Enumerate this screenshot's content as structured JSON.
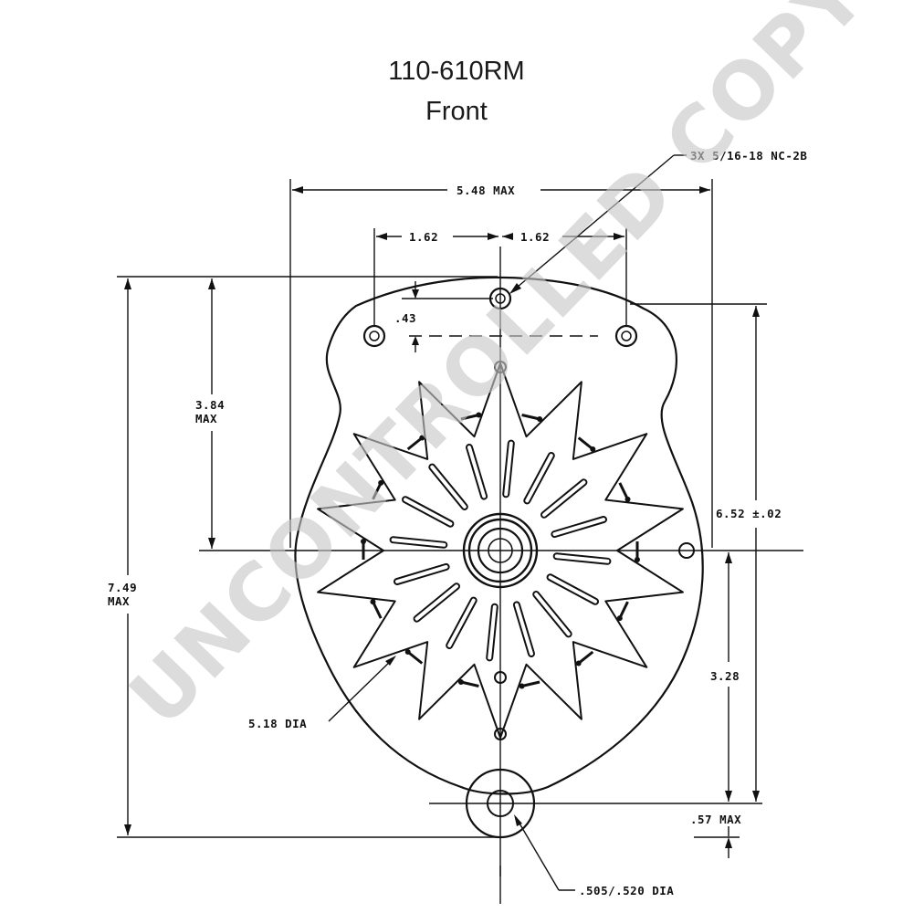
{
  "title": {
    "part_number": "110-610RM",
    "view": "Front"
  },
  "dimensions": {
    "mount_thread": "3X 5/16-18 NC-2B",
    "overall_width": "5.48 MAX",
    "left_hole_spacing": "1.62",
    "right_hole_spacing": "1.62",
    "hole_offset": ".43",
    "upper_height": "3.84",
    "upper_height_max": "MAX",
    "overall_height": "7.49",
    "overall_height_max": "MAX",
    "pivot_to_mount": "6.52 ±.02",
    "lower_height": "3.28",
    "fan_diameter": "5.18 DIA",
    "bottom_ear": ".57 MAX",
    "pivot_bore": ".505/.520 DIA"
  },
  "watermark": "UNCONTROLLED COPY",
  "colors": {
    "ink": "#111111",
    "watermark": "#c8c8c8",
    "background": "#ffffff"
  }
}
